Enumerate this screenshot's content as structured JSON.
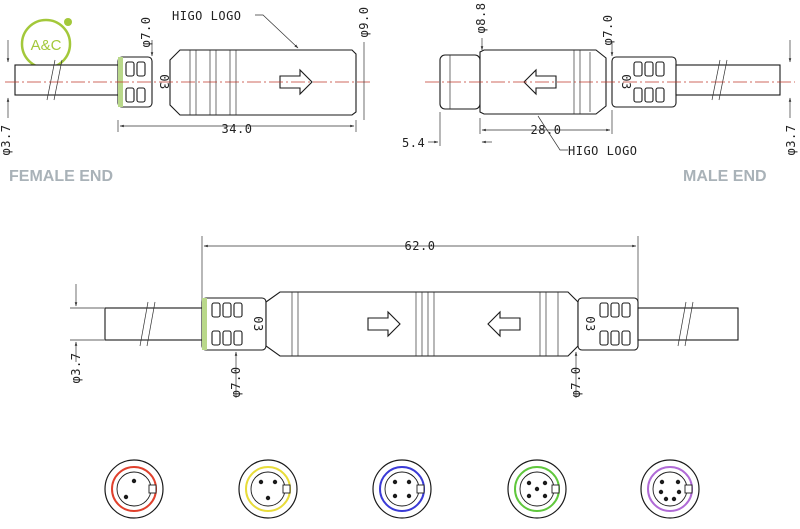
{
  "logo": {
    "text": "A&C",
    "color": "#a3c83a"
  },
  "labels": {
    "female_end": "FEMALE END",
    "male_end": "MALE END",
    "higo_logo_top": "HIGO LOGO",
    "higo_logo_bottom": "HIGO LOGO"
  },
  "female": {
    "d_coupler": "φ7.0",
    "d_body": "φ9.0",
    "d_cable": "φ3.7",
    "length": "34.0",
    "marking": "03"
  },
  "male": {
    "d_tip": "φ8.8",
    "d_coupler": "φ7.0",
    "d_cable": "φ3.7",
    "length": "28.0",
    "tip_length": "5.4",
    "marking": "03"
  },
  "assembly": {
    "length": "62.0",
    "d_cable": "φ3.7",
    "d_left": "φ7.0",
    "d_right": "φ7.0",
    "marking_left": "03",
    "marking_right": "03"
  },
  "colors": {
    "centerline": "#c0392b",
    "accent_green": "#a3c83a",
    "end_label": "#a9b2b8"
  },
  "pin_faces": [
    {
      "ring_color": "#e0402c",
      "pins": 2
    },
    {
      "ring_color": "#e8dc3a",
      "pins": 3
    },
    {
      "ring_color": "#3a3ad6",
      "pins": 4
    },
    {
      "ring_color": "#5fc73c",
      "pins": 5
    },
    {
      "ring_color": "#b06ad6",
      "pins": 6
    }
  ]
}
